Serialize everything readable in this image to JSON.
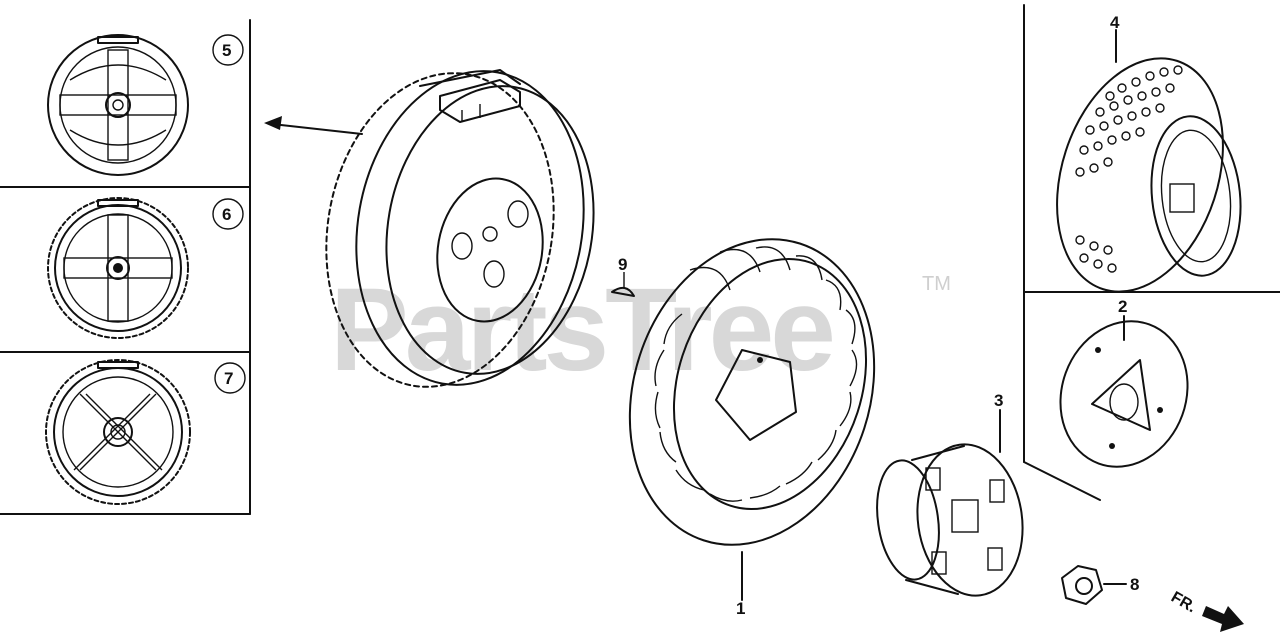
{
  "watermark": {
    "text": "PartsTree",
    "trademark": "TM"
  },
  "callouts": {
    "c1": "1",
    "c2": "2",
    "c3": "3",
    "c4": "4",
    "c5": "5",
    "c6": "6",
    "c7": "7",
    "c8": "8",
    "c9": "9"
  },
  "direction_label": "FR.",
  "colors": {
    "ink": "#111111",
    "watermark": "#d8d8d8",
    "background": "#ffffff"
  }
}
